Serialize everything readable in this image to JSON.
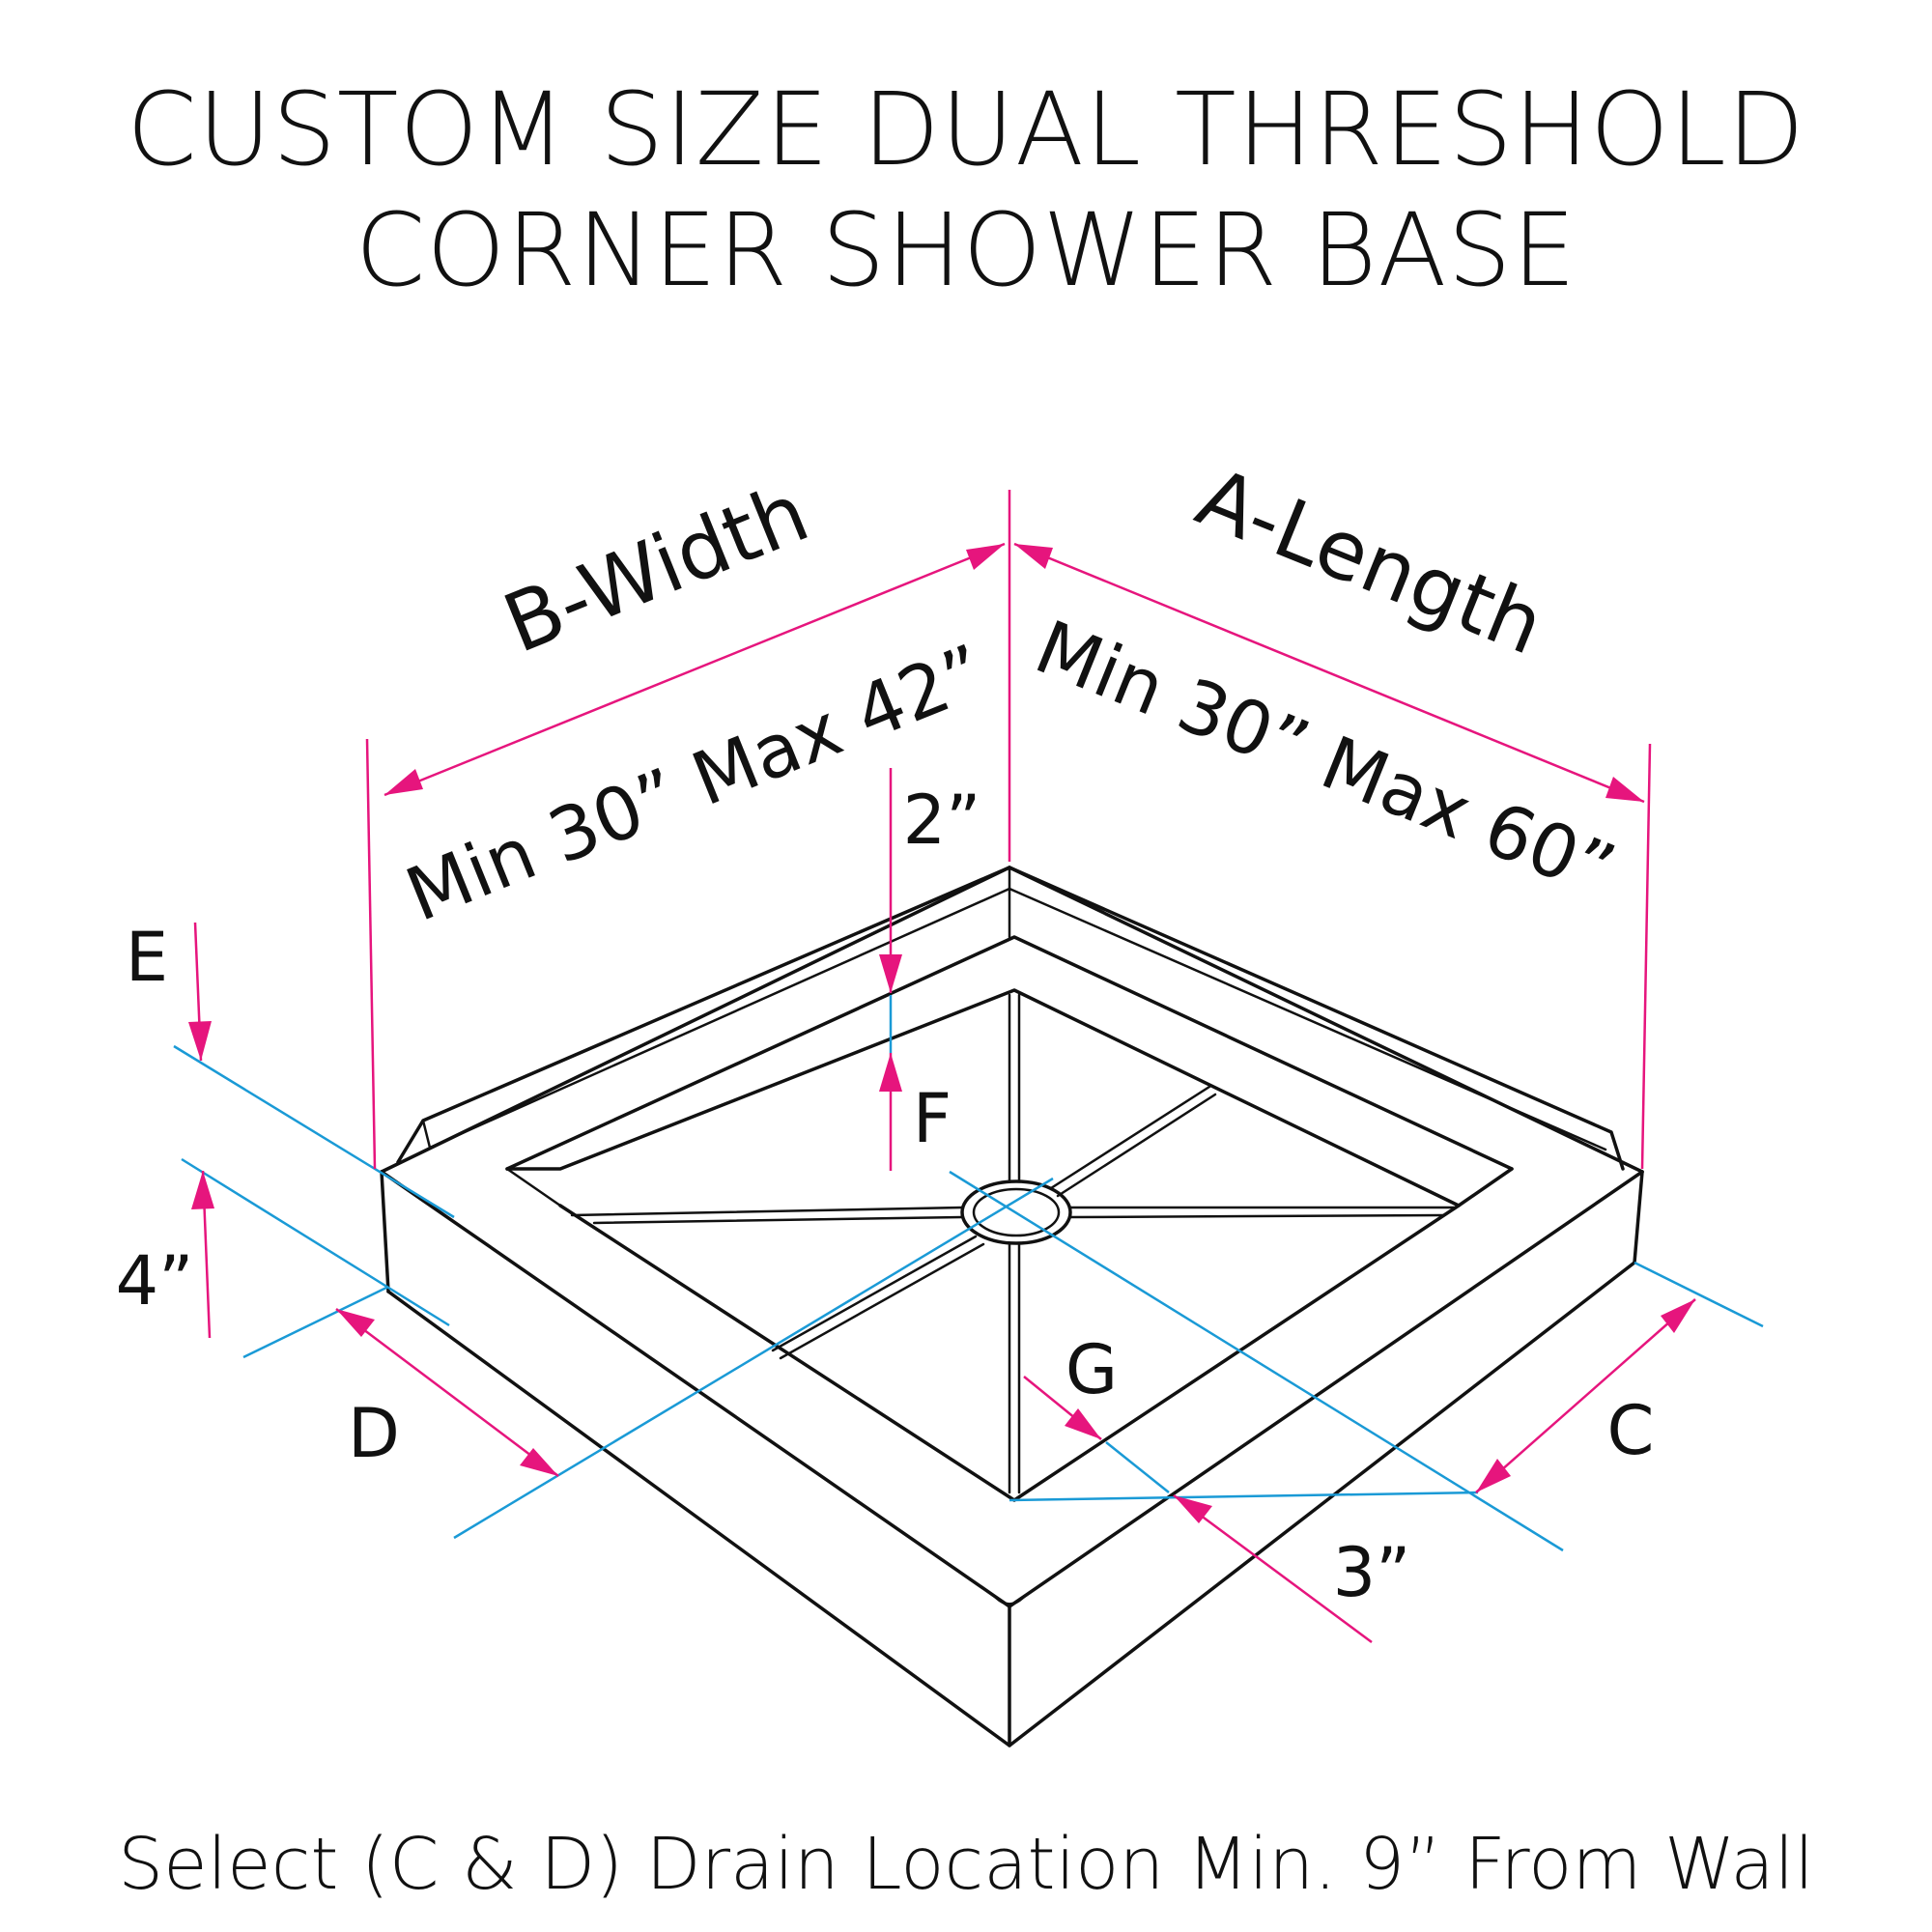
{
  "title": {
    "line1": "CUSTOM SIZE DUAL THRESHOLD",
    "line2": "CORNER SHOWER BASE"
  },
  "footer": "Select (C & D) Drain Location Min. 9” From Wall",
  "dimensions": {
    "width_label": "B-Width",
    "width_range": "Min 30” Max 42”",
    "length_label": "A-Length",
    "length_range": "Min 30” Max 60”",
    "top_rim": "2”",
    "threshold_height": "4”",
    "threshold_width": "3”",
    "letters": {
      "e": "E",
      "f": "F",
      "d": "D",
      "g": "G",
      "c": "C"
    }
  },
  "colors": {
    "outline": "#111111",
    "dimension_line": "#e6157d",
    "reference_line": "#1a9ad6",
    "background": "#ffffff"
  }
}
